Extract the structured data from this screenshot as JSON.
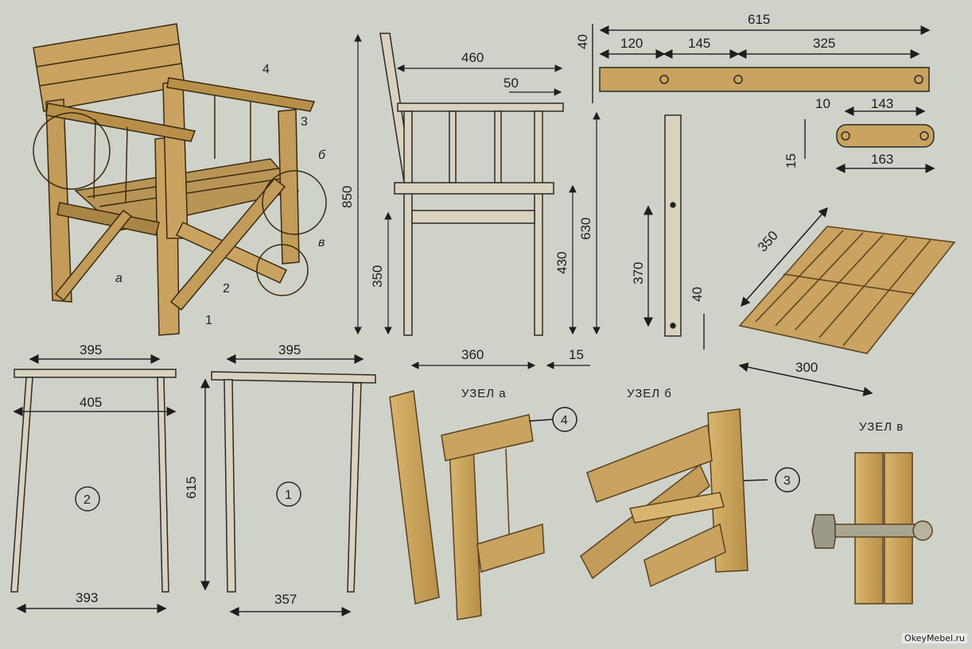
{
  "dimensions": {
    "d615_top": "615",
    "d120": "120",
    "d145": "145",
    "d325": "325",
    "d40_top": "40",
    "d10": "10",
    "d143": "143",
    "d15_link": "15",
    "d163": "163",
    "d460": "460",
    "d50": "50",
    "d850": "850",
    "d350_side": "350",
    "d430": "430",
    "d630": "630",
    "d360": "360",
    "d15_side": "15",
    "d370": "370",
    "d40_post": "40",
    "d350_cushion": "350",
    "d300": "300",
    "d395_left": "395",
    "d405": "405",
    "d393": "393",
    "d395_right": "395",
    "d615_side": "615",
    "d357": "357"
  },
  "part_numbers": {
    "p1": "1",
    "p2": "2",
    "p3": "3",
    "p4": "4"
  },
  "circled_numbers": {
    "c2": "2",
    "c1": "1",
    "c4": "4",
    "c3": "3"
  },
  "node_marks": {
    "a": "а",
    "b": "б",
    "v": "в"
  },
  "node_titles": {
    "a": "УЗЕЛ а",
    "b": "УЗЕЛ б",
    "v": "УЗЕЛ в"
  },
  "watermark": "OkeyMebel.ru",
  "colors": {
    "background": "#cfd2c8",
    "wood": "#c9a35f",
    "wood_dark": "#8a6a33",
    "line": "#1d1d1d"
  }
}
